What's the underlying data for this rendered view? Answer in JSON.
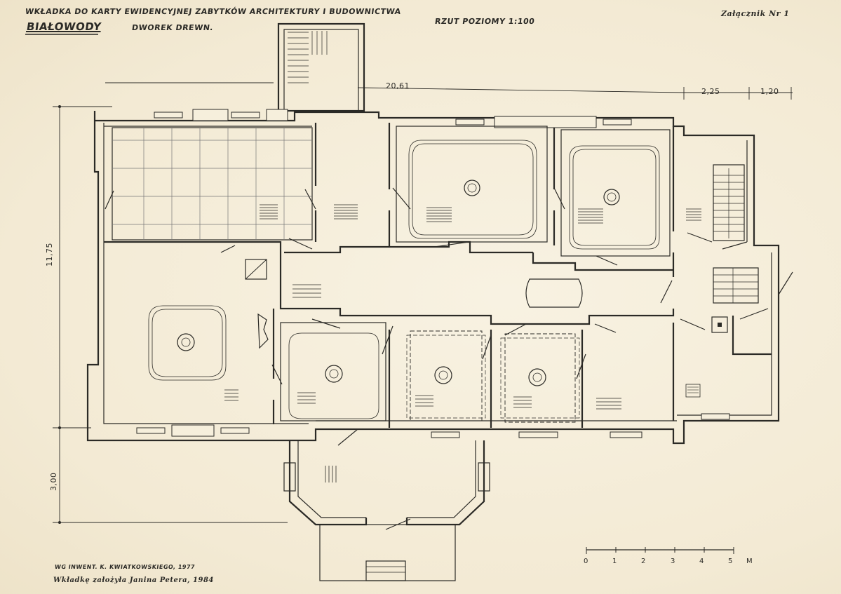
{
  "header": {
    "title_line": "WKŁADKA DO KARTY EWIDENCYJNEJ ZABYTKÓW ARCHITEKTURY I BUDOWNICTWA",
    "place": "BIAŁOWODY",
    "object": "DWOREK DREWN.",
    "scale_note": "RZUT POZIOMY 1:100",
    "attachment": "Załącznik Nr 1"
  },
  "dimensions": {
    "top_total": "20,61",
    "top_right_a": "2,25",
    "top_right_b": "1,20",
    "left_main": "11,75",
    "left_porch": "3,00"
  },
  "scale_bar": {
    "ticks": [
      "0",
      "1",
      "2",
      "3",
      "4",
      "5"
    ],
    "unit": "M"
  },
  "footer": {
    "inventory": "WG INWENT. K. KWIATKOWSKIEGO, 1977",
    "author": "Wkładkę założyła Janina Petera, 1984"
  }
}
